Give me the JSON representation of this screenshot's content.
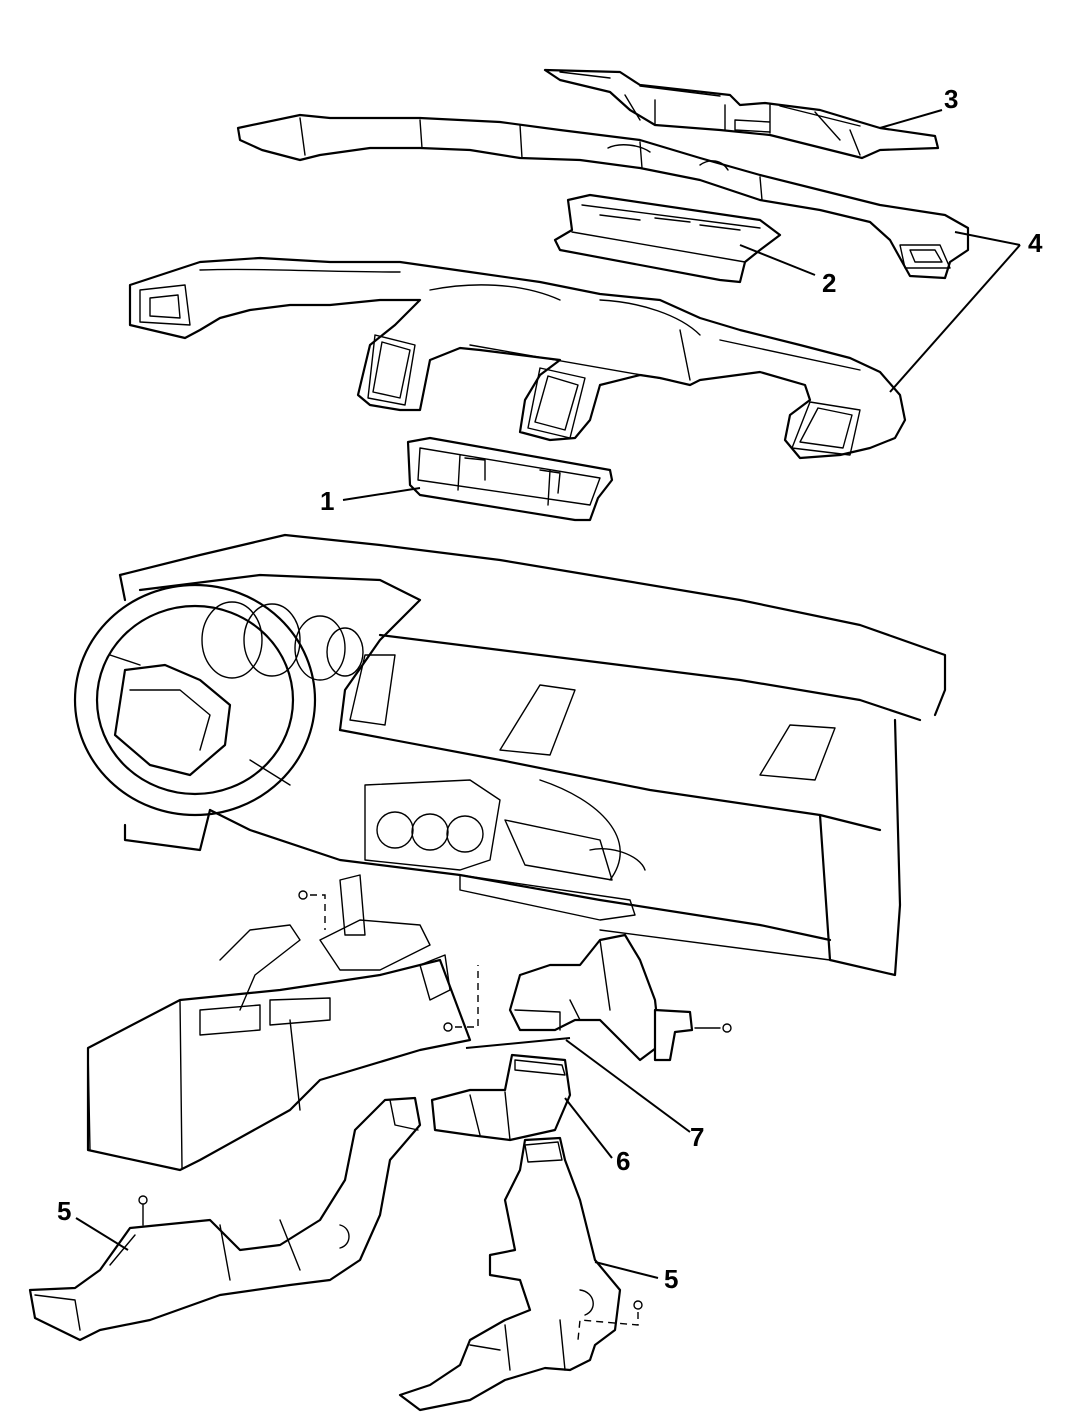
{
  "diagram": {
    "callouts": [
      {
        "id": "1",
        "label": "1"
      },
      {
        "id": "2",
        "label": "2"
      },
      {
        "id": "3",
        "label": "3"
      },
      {
        "id": "4",
        "label": "4"
      },
      {
        "id": "5a",
        "label": "5"
      },
      {
        "id": "5b",
        "label": "5"
      },
      {
        "id": "6",
        "label": "6"
      },
      {
        "id": "7",
        "label": "7"
      }
    ],
    "colors": {
      "line": "#000000",
      "background": "#ffffff"
    }
  }
}
